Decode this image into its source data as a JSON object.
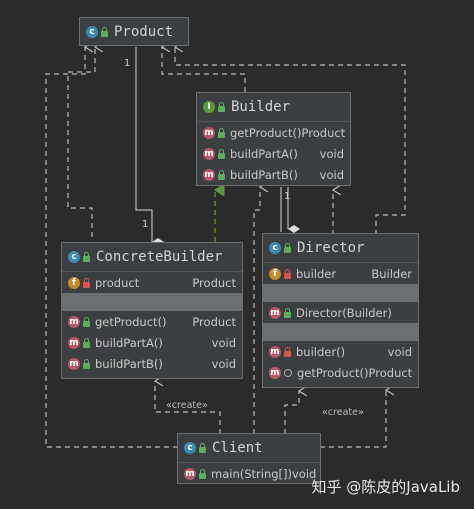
{
  "classes": {
    "product": {
      "name": "Product"
    },
    "builder": {
      "name": "Builder",
      "methods": [
        {
          "name": "getProduct()",
          "type": "Product"
        },
        {
          "name": "buildPartA()",
          "type": "void"
        },
        {
          "name": "buildPartB()",
          "type": "void"
        }
      ]
    },
    "concrete_builder": {
      "name": "ConcreteBuilder",
      "fields": [
        {
          "name": "product",
          "type": "Product"
        }
      ],
      "methods": [
        {
          "name": "getProduct()",
          "type": "Product"
        },
        {
          "name": "buildPartA()",
          "type": "void"
        },
        {
          "name": "buildPartB()",
          "type": "void"
        }
      ]
    },
    "director": {
      "name": "Director",
      "fields": [
        {
          "name": "builder",
          "type": "Builder"
        }
      ],
      "constructors": [
        {
          "name": "Director(Builder)"
        }
      ],
      "methods": [
        {
          "name": "builder()",
          "type": "void"
        },
        {
          "name": "getProduct()",
          "type": "Product"
        }
      ]
    },
    "client": {
      "name": "Client",
      "methods": [
        {
          "name": "main(String[])",
          "type": "void"
        }
      ]
    }
  },
  "labels": {
    "create_left": "«create»",
    "create_right": "«create»",
    "mult_product": "1",
    "mult_concrete": "1",
    "mult_director": "1"
  },
  "badges": {
    "class": "c",
    "interface": "I",
    "method": "m",
    "field": "f"
  },
  "watermark": "知乎 @陈皮的JavaLib",
  "colors": {
    "background": "#2b2b2b",
    "box": "#3c3f41",
    "class_badge": "#3b8bb6",
    "interface_badge": "#5b9a38",
    "method_badge": "#b85766",
    "field_badge": "#c08c2c",
    "realization_arrow": "#5a9a3a"
  }
}
